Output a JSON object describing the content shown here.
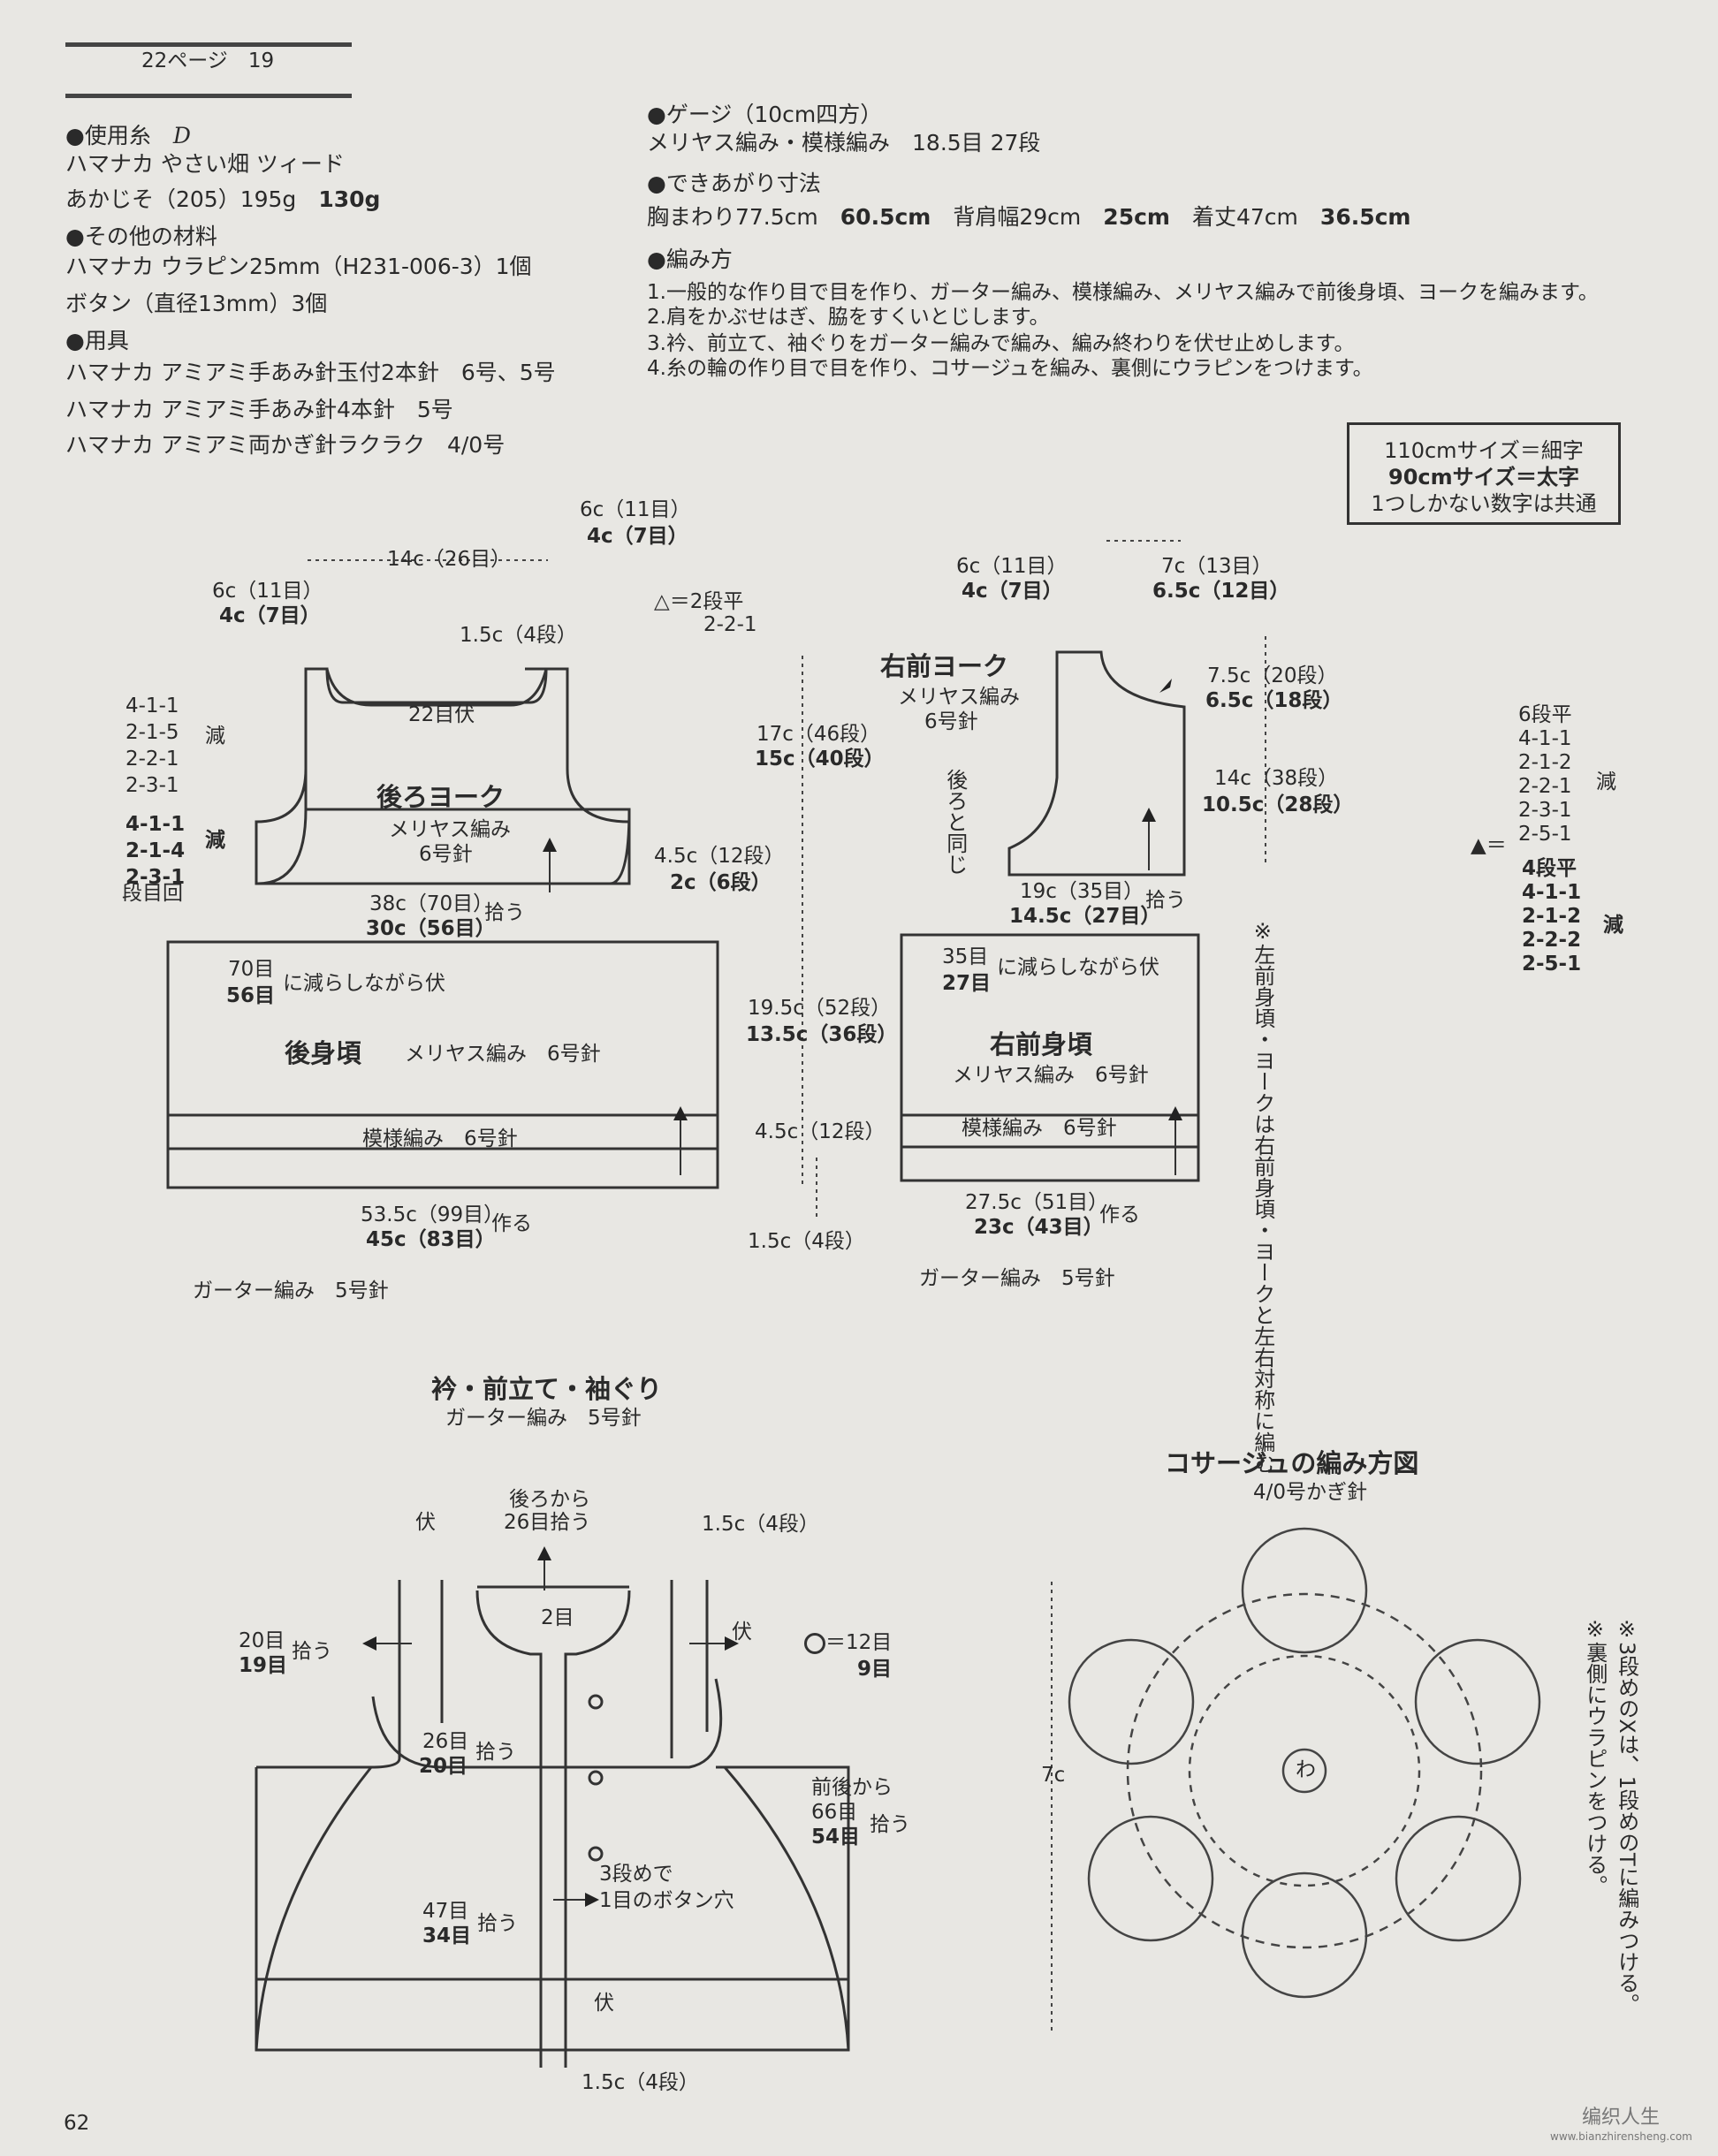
{
  "header": {
    "page_ref": "22ページ",
    "number": "19"
  },
  "materials": {
    "yarn_heading": "●使用糸",
    "yarn_mark": "D",
    "yarn_name": "ハマナカ やさい畑 ツィード",
    "yarn_color": "あかじそ（205）195g",
    "yarn_amount_small": "130g",
    "other_heading": "●その他の材料",
    "other_1": "ハマナカ ウラピン25mm（H231-006-3）1個",
    "other_2": "ボタン（直径13mm）3個",
    "tools_heading": "●用具",
    "tool_1": "ハマナカ アミアミ手あみ針玉付2本針",
    "tool_1_size": "6号、5号",
    "tool_2": "ハマナカ アミアミ手あみ針4本針",
    "tool_2_size": "5号",
    "tool_3": "ハマナカ アミアミ両かぎ針ラクラク",
    "tool_3_size": "4/0号"
  },
  "gauge": {
    "heading": "●ゲージ（10cm四方）",
    "value": "メリヤス編み・模様編み　18.5目 27段"
  },
  "size": {
    "heading": "●できあがり寸法",
    "chest_label": "胸まわり77.5cm",
    "chest_small": "60.5cm",
    "shoulder_label": "背肩幅29cm",
    "shoulder_small": "25cm",
    "length_label": "着丈47cm",
    "length_small": "36.5cm"
  },
  "method": {
    "heading": "●編み方",
    "steps": [
      "1.一般的な作り目で目を作り、ガーター編み、模様編み、メリヤス編みで前後身頃、ヨークを編みます。",
      "2.肩をかぶせはぎ、脇をすくいとじします。",
      "3.衿、前立て、袖ぐりをガーター編みで編み、編み終わりを伏せ止めします。",
      "4.糸の輪の作り目で目を作り、コサージュを編み、裏側にウラピンをつけます。"
    ]
  },
  "legend": {
    "line1": "110cmサイズ＝細字",
    "line2": "90cmサイズ＝太字",
    "line3": "1つしかない数字は共通"
  },
  "back_yoke": {
    "title": "後ろヨーク",
    "stitch": "メリヤス編み",
    "needle": "6号針",
    "shoulder_top_l1": "6c（11目）",
    "shoulder_top_l2": "4c（7目）",
    "neck_width": "14c（26目）",
    "shoulder_left_l1": "6c（11目）",
    "shoulder_left_l2": "4c（7目）",
    "neck_depth": "1.5c（4段）",
    "neck_bind": "22目伏",
    "dec1": [
      "4-1-1",
      "2-1-5",
      "2-2-1",
      "2-3-1"
    ],
    "dec2": [
      "4-1-1",
      "2-1-4",
      "2-3-1"
    ],
    "dec_label": "減",
    "step_label": "段目回",
    "triangle_note": "△＝2段平",
    "triangle_note2": "2-2-1",
    "width_l1": "38c（70目）",
    "width_l2": "30c（56目）",
    "pickup": "拾う"
  },
  "back_body": {
    "title": "後身頃",
    "stitch": "メリヤス編み　6号針",
    "pattern": "模様編み　6号針",
    "top_l1": "70目",
    "top_l2": "56目",
    "top_note": "に減らしながら伏",
    "width_l1": "53.5c（99目）",
    "width_l2": "45c（83目）",
    "cast_on": "作る",
    "garter": "ガーター編み　5号針"
  },
  "center_dims": {
    "yoke_h_l1": "17c（46段）",
    "yoke_h_l2": "15c（40段）",
    "arm_l1": "4.5c（12段）",
    "arm_l2": "2c（6段）",
    "body_l1": "19.5c（52段）",
    "body_l2": "13.5c（36段）",
    "pattern_h": "4.5c（12段）",
    "garter_h": "1.5c（4段）"
  },
  "right_yoke": {
    "title": "右前ヨーク",
    "stitch": "メリヤス編み",
    "needle": "6号針",
    "same_as_back": "後ろと同じ",
    "shoulder_l1": "6c（11目）",
    "shoulder_l2": "4c（7目）",
    "neck_l1": "7c（13目）",
    "neck_l2": "6.5c（12目）",
    "neck_h_l1": "7.5c（20段）",
    "neck_h_l2": "6.5c（18段）",
    "side_h_l1": "14c（38段）",
    "side_h_l2": "10.5c（28段）",
    "width_l1": "19c（35目）",
    "width_l2": "14.5c（27目）",
    "pickup": "拾う",
    "dec1": [
      "6段平",
      "4-1-1",
      "2-1-2",
      "2-2-1",
      "2-3-1",
      "2-5-1"
    ],
    "dec2": [
      "4段平",
      "4-1-1",
      "2-1-2",
      "2-2-2",
      "2-5-1"
    ],
    "dec_label": "減",
    "triangle_eq": "▲＝",
    "note": "※左前身頃・ヨークは右前身頃・ヨークと左右対称に編む"
  },
  "right_body": {
    "title": "右前身頃",
    "stitch": "メリヤス編み　6号針",
    "pattern": "模様編み　6号針",
    "top_l1": "35目",
    "top_l2": "27目",
    "top_note": "に減らしながら伏",
    "width_l1": "27.5c（51目）",
    "width_l2": "23c（43目）",
    "cast_on": "作る",
    "garter": "ガーター編み　5号針"
  },
  "neckband": {
    "title": "衿・前立て・袖ぐり",
    "subtitle": "ガーター編み　5号針",
    "bind": "伏",
    "back_pickup_1": "後ろから",
    "back_pickup_2": "26目拾う",
    "top_h": "1.5c（4段）",
    "center": "2目",
    "left_l1": "20目",
    "left_l2": "19目",
    "pick": "拾う",
    "right_bind": "伏",
    "hole_eq": "＝12目",
    "hole_l2": "9目",
    "mid_l1": "26目",
    "mid_l2": "20目",
    "side_l1": "前後から",
    "side_l2": "66目",
    "side_l3": "54目",
    "buttonhole_1": "3段めで",
    "buttonhole_2": "1目のボタン穴",
    "low_l1": "47目",
    "low_l2": "34目",
    "bottom_bind": "伏",
    "bottom_h": "1.5c（4段）"
  },
  "corsage": {
    "title": "コサージュの編み方図",
    "hook": "4/0号かぎ針",
    "height": "7c",
    "center_mark": "わ",
    "note1": "※3段めのXは、1段めのTに編みつける。",
    "note2": "※裏側にウラピンをつける。"
  },
  "footer": {
    "page_number": "62",
    "watermark": "编织人生",
    "watermark_url": "www.bianzhirensheng.com"
  }
}
